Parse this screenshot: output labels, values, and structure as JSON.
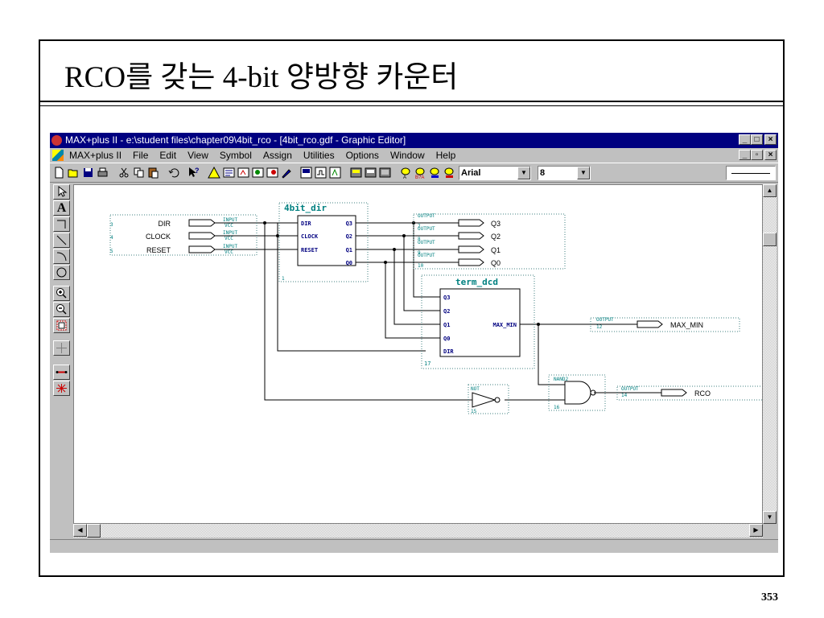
{
  "slide": {
    "title": "RCO를 갖는 4-bit 양방향 카운터",
    "page_number": "353"
  },
  "window": {
    "title": "MAX+plus II - e:\\student files\\chapter09\\4bit_rco - [4bit_rco.gdf - Graphic Editor]",
    "buttons": {
      "minimize": "_",
      "maximize": "□",
      "close": "×",
      "mdi_minimize": "_",
      "mdi_restore": "▫",
      "mdi_close": "×"
    }
  },
  "menu": {
    "items": [
      "MAX+plus II",
      "File",
      "Edit",
      "View",
      "Symbol",
      "Assign",
      "Utilities",
      "Options",
      "Window",
      "Help"
    ]
  },
  "toolbar": {
    "font": "Arial",
    "font_size": "8",
    "dropdown_arrow": "▼"
  },
  "palette": {
    "text_tool": "A"
  },
  "scroll": {
    "up": "▲",
    "down": "▼",
    "left": "◀",
    "right": "▶"
  },
  "schematic": {
    "inputs": [
      {
        "pin": "3",
        "name": "DIR",
        "type": "INPUT",
        "vcc": "VCC"
      },
      {
        "pin": "4",
        "name": "CLOCK",
        "type": "INPUT",
        "vcc": "VCC"
      },
      {
        "pin": "5",
        "name": "RESET",
        "type": "INPUT",
        "vcc": "VCC"
      }
    ],
    "block_dir": {
      "name": "4bit_dir",
      "inputs": [
        "DIR",
        "CLOCK",
        "RESET"
      ],
      "outputs": [
        "Q3",
        "Q2",
        "Q1",
        "Q0"
      ],
      "instance": "1"
    },
    "outputs": [
      {
        "pin": "7",
        "name": "Q3",
        "type": "OUTPUT"
      },
      {
        "pin": "8",
        "name": "Q2",
        "type": "OUTPUT"
      },
      {
        "pin": "9",
        "name": "Q1",
        "type": "OUTPUT"
      },
      {
        "pin": "10",
        "name": "Q0",
        "type": "OUTPUT"
      }
    ],
    "block_dcd": {
      "name": "term_dcd",
      "inputs": [
        "Q3",
        "Q2",
        "Q1",
        "Q0",
        "DIR"
      ],
      "output": "MAX_MIN",
      "instance": "17"
    },
    "maxmin_out": {
      "pin": "12",
      "name": "MAX_MIN",
      "type": "OUTPUT"
    },
    "not_gate": {
      "label": "NOT",
      "instance": "15"
    },
    "nand_gate": {
      "label": "NAND2",
      "instance": "16"
    },
    "rco_out": {
      "pin": "14",
      "name": "RCO",
      "type": "OUTPUT"
    }
  }
}
